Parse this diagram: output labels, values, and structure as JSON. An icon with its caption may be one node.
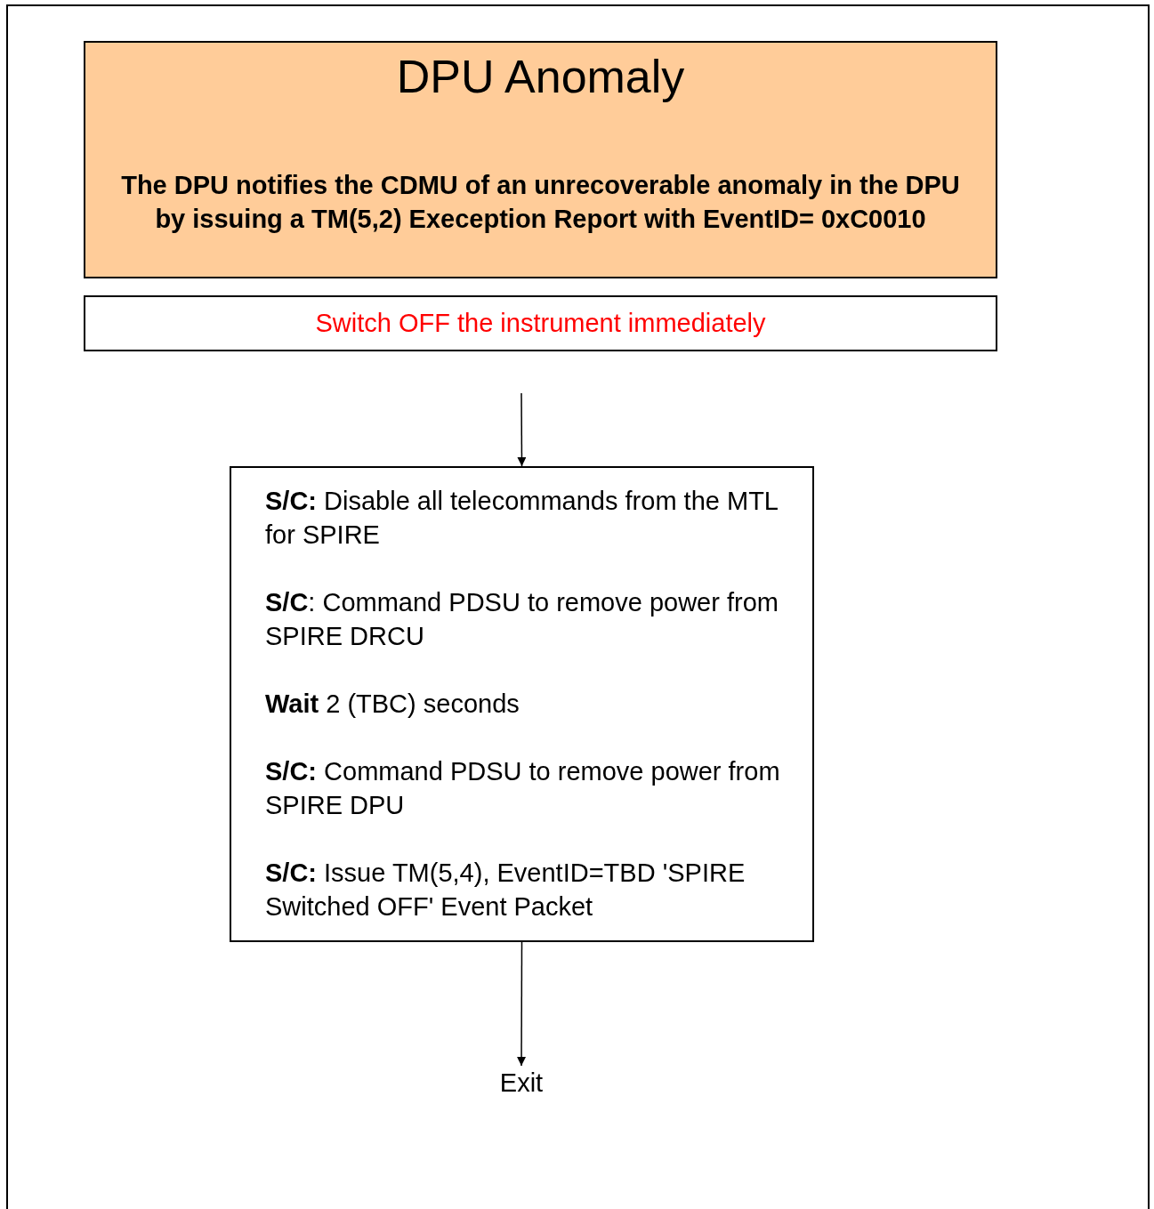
{
  "diagram": {
    "nodes": [
      {
        "text": [
          "DPU Anomaly",
          "The DPU notifies the CDMU of an unrecoverable anomaly in the DPU by issuing a TM(5,2) Exeception Report with EventID= 0xC0010"
        ]
      },
      {
        "text": [
          "Switch OFF the instrument immediately"
        ]
      },
      {
        "text": [
          "**S/C:** Disable all telecommands from the MTL for SPIRE",
          "**S/C**: Command PDSU to remove power from SPIRE DRCU",
          "**Wait** 2 (TBC) seconds",
          "**S/C:** Command PDSU to remove power from SPIRE DPU",
          "**S/C:** Issue TM(5,4), EventID=TBD 'SPIRE Switched OFF' Event Packet"
        ]
      },
      {
        "text": [
          "Exit"
        ]
      }
    ],
    "edges": [
      {
        "from": null,
        "to": 2,
        "arrow": "to"
      },
      {
        "from": 2,
        "to": 3,
        "arrow": "to"
      }
    ]
  }
}
